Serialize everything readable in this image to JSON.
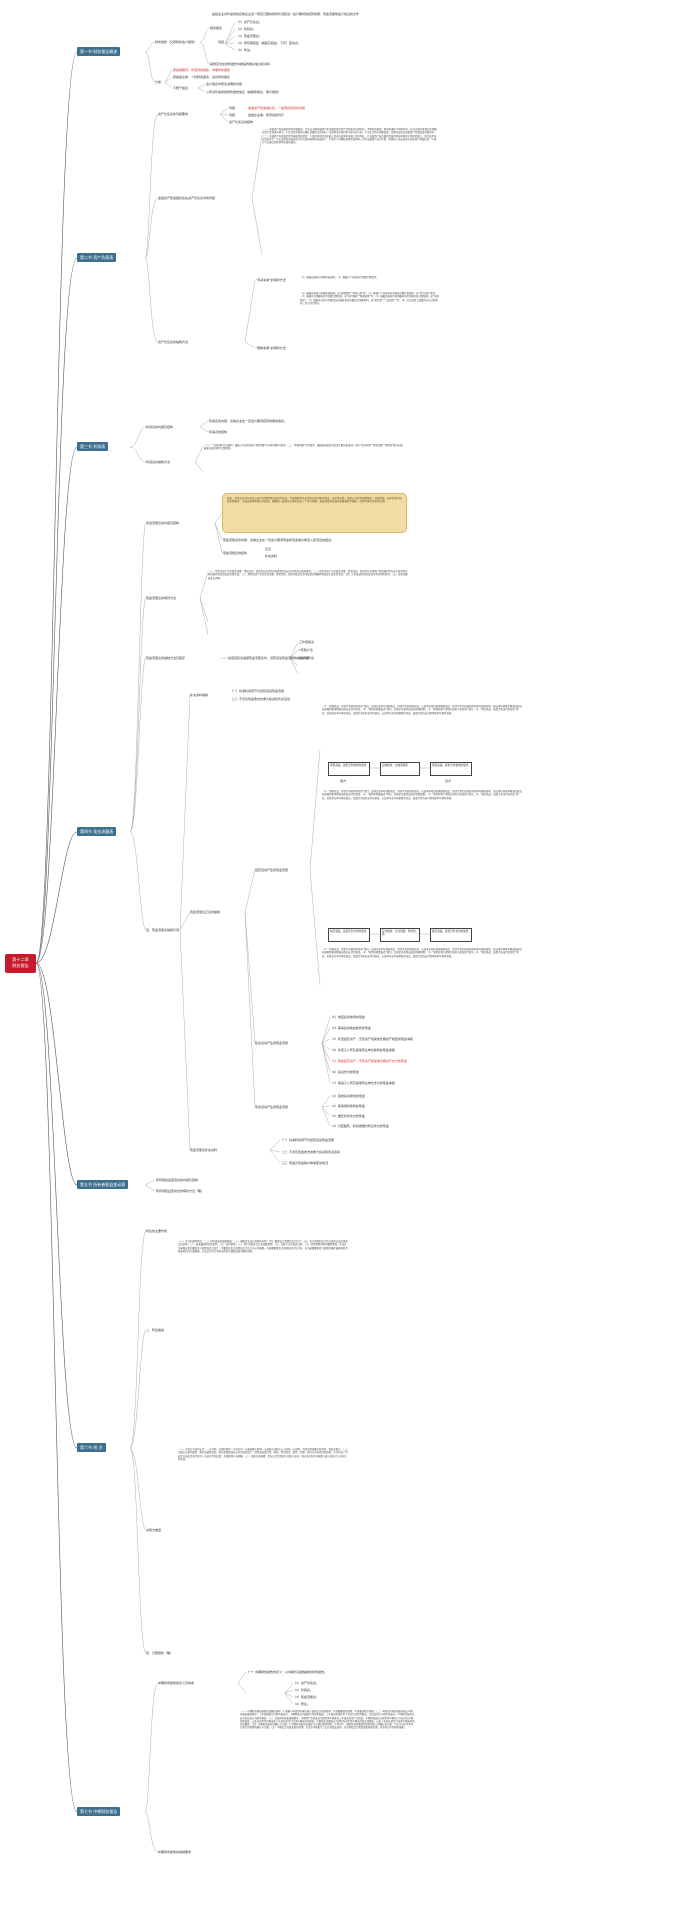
{
  "root": {
    "line1": "第十二章",
    "line2": "财务报告"
  },
  "sections": {
    "s1": "第一节 财务报告概述",
    "s2": "第二节 资产负债表",
    "s3": "第三节 利润表",
    "s4": "第四节 现金流量表",
    "s5": "第五节 所有者权益变动表",
    "s6": "第六节 附 注",
    "s7": "第七节 中期财务报告"
  },
  "s1": {
    "concept": "财务报告（又称财务会计报告）",
    "fin_statements": "财务报表",
    "include": "包括",
    "items": [
      "（1）资产负债表；",
      "（2）利润表；",
      "（3）现金流量表；",
      "（4）所有者权益（或股东权益，下同）变动表；",
      "（5）附注。"
    ],
    "top_note": "是指企业对外提供的反映企业某一特定日期的财务状况和某一会计期间的经营成果、现金流量等会计信息的文件",
    "bottom_note": "其他应当在财务报告中披露的相关信息和资料",
    "class": "分类",
    "c1": "按编报期间：年度财务报告、中期财务报告",
    "c2": "按编报主体：个别财务报表、合并财务报表",
    "c3": "不属于报表",
    "c3a": "会计报表中附注说明的内容",
    "c3b": "公司对外提供的财务报告信息（纳税申报表、审计报告）"
  },
  "s2": {
    "b1": "资产负债表的列报要求",
    "b1a": "列报",
    "b1a_t": "金融资产和金融负债，一般按其流动性列报",
    "b1b": "列报",
    "b1b_t": "金融企业等：按流动性列示",
    "b1c": "资产负债表的结构",
    "b2": "金融资产和金融负债在资产负债表中的列报",
    "b2_text": "（一）金融资产和金融负债的列报要求。企业应当将金融资产和金融负债在资产负债表内分别列示，不得相互抵销；但同时满足下列条件的，应当以相互抵销后的净额在资产负债表内列示：1.企业具有抵销已确认金额的法定权利，且该种法定权利是当前可执行的；2.企业计划以净额结算，或同时变现该金融资产和清偿该金融负债。（二）金融资产和金融负债不能抵销的情形：1.使用多项不同金融工具来仿效单项金融工具的特征；2.金融资产和金融负债虽然具有相同的主要风险敞口，但涉及不同的交易对手；3.无追索权金融负债与作为其担保物的金融资产；4.债务人为解除某项负债而将一定的金融资产进行托管，但债权人尚未接受以这些资产清偿负债；5.预计可以通过保险得到补偿的损失。",
    "b3": "资产负债表的编制方法",
    "b3a": "\"年初余额\"的填列方法",
    "b3b": "\"期末余额\"的填列方法",
    "b3_text1": "（1）根据总账科目余额直接填列；（2）根据几个总账科目余额计算填列。",
    "b3_text2": "（1）根据总账科目余额直接填列，如\"短期借款\"\"资本公积\"等；（2）根据几个总账科目的期末余额计算填列，如\"货币资金\"项目；（3）根据有关明细科目的余额计算填列，如\"应付账款\"\"预收款项\"等；（4）根据总账科目和明细科目的余额分析计算填列，如\"长期借款\"；（5）根据有关科目余额减去其备抵科目余额后的净额填列，如\"固定资产\"\"无形资产\"等；（6）综合运用上述填列方法分析填列，如\"存货\"项目。"
  },
  "s3": {
    "b1": "利润表的内容及结构",
    "b1a": "利润表的内容：反映企业在一定会计期间经营成果的报表。",
    "b1b": "利润表的结构",
    "b2": "利润表的编制方法",
    "b2_text": "（一）\"上期金额\"栏的填列：根据上年度利润表\"本期金额\"栏内所列数字填列。（二）\"本期金额\"栏的填列：根据损益类科目的发生额分析填列。其中\"营业利润\"\"利润总额\"\"净利润\"项目应根据表中相关项目计算填列。"
  },
  "s4": {
    "note": "现金，是指企业库存现金以及可以随时用于支付的存款，不能随时用于支付的存款不属于现金。现金等价物，是指企业持有的期限短、流动性强、易于转换为已知金额现金、价值变动风险很小的投资。期限短一般是指从购买日起三个月内到期。权益性投资变现的金额通常不确定，因而不属于现金等价物。",
    "b1": "现金流量表的内容及结构",
    "b1a": "现金流量表的内容：反映企业在一定会计期间现金和现金等价物流入和流出的报表。",
    "b1b": "现金流量表的结构",
    "b1b1": "正表",
    "b1b2": "补充资料",
    "b2": "现金流量表的填列方法",
    "b2_text": "（一）经营活动产生的现金流量：经营活动，是指企业投资活动和筹资活动以外的所有交易和事项。（二）投资活动产生的现金流量：投资活动，是指企业长期资产的购建和不包括在现金等价物范围内的投资及其处置活动。（三）筹资活动产生的现金流量：筹资活动，是指导致企业资本及债务规模和构成发生变化的活动。（四）汇率变动对现金及现金等价物的影响；（五）现金流量表补充资料。",
    "b3": "现金流量表的编制方法及程序",
    "b3a": "采用直接法编报现金流量表时，经营活动现金流量的编制方法",
    "b3a_items": [
      "工作底稿法",
      "T形账户法",
      "分析填列法"
    ],
    "b4": "四、现金流量表编制示例",
    "b4a": "补充资料编制",
    "b4a1": "（一）将净利润调节为经营活动现金流量",
    "b4a2": "（二）不涉及现金收支的重大投资和筹资活动",
    "b4b": "现金流量表正表的编制",
    "b4b1": "经营活动产生的现金流量",
    "b4b2": "投资活动产生的现金流量",
    "b4b3": "筹资活动产生的现金流量",
    "b4c": "现金流量表补充资料",
    "b4_long": "（1）\"销售商品、提供劳务收到的现金\"项目，反映企业本年销售商品、提供劳务收到的现金，以及本年收回前期销售商品、提供劳务的应收款项和本年预收款项，减去本年销售本期退回商品和前期销售本期退回商品支付的现金。（2）\"收到的税费返还\"项目，反映企业收到返还的各种税费。（3）\"收到其他与经营活动有关的现金\"项目。（4）\"购买商品、接受劳务支付的现金\"项目，反映企业本年购买商品、接受劳务实际支付的现金，以及本年支付前期购买商品、接受劳务的未付款项和本年预付款项。",
    "flow1": "销售商品、提供劳务收到的现金",
    "flow2": "应收账款、应收票据等",
    "flow3": "销售商品、提供劳务收到的现金",
    "flow4": "购买商品、接受劳务支付的现金",
    "flow5": "应付账款、应付票据、预付款项",
    "flow6": "购买商品、接受劳务支付的现金",
    "label_a": "借方",
    "label_b": "贷方",
    "inv_items": [
      "（1）收回投资收到的现金",
      "（2）取得投资收益收到的现金",
      "（3）处置固定资产、无形资产和其他长期资产收回的现金净额",
      "（4）处置子公司及其他营业单位收到的现金净额",
      "（5）购建固定资产、无形资产和其他长期资产支付的现金",
      "（6）投资支付的现金",
      "（7）取得子公司及其他营业单位支付的现金净额"
    ],
    "fin_items": [
      "（1）吸收投资收到的现金",
      "（2）取得借款收到的现金",
      "（3）偿还债务支付的现金",
      "（4）分配股利、利润或偿付利息支付的现金"
    ],
    "sup1": "（一）将净利润调节为经营活动现金流量",
    "sup2": "（二）不涉及现金收支的重大投资和筹资活动",
    "sup3": "（三）现金及现金等价物净变动情况"
  },
  "s5": {
    "a": "所有者权益变动表的内容及结构",
    "b": "所有者权益变动表的填列方法（略）"
  },
  "s6": {
    "a": "附注的主要作用",
    "b": "二、附注披露",
    "b_text": "（一）企业的基本情况；（二）财务报表的编制基础；（三）遵循企业会计准则的声明；（四）重要会计政策和会计估计；（五）会计政策和会计估计变更以及差错更正的说明；（六）报表重要项目的说明；（七）或有事项；（八）资产负债表日后非调整事项；（九）关联方关系及其交易；（十）其他需要说明的重要事项。企业应当披露采用的重要会计政策和会计估计，不重要的会计政策和会计估计可以不披露。在披露重要会计政策和会计估计时，应当披露重要会计政策的确定依据和财务报表项目的计量基础，以及会计估计中所采用的关键假设和不确定因素。",
    "c": "关联方披露",
    "c_text": "（一）关联方关系的认定：一方控制、共同控制另一方或对另一方施加重大影响，以及两方或两方以上同受一方控制、共同控制或重大影响的，构成关联方。（二）关联方交易的类型：购买或销售商品；购买或销售商品以外的其他资产；提供或接受劳务；担保；提供资金；租赁；代理；研究与开发项目的转移；许可协议；代表企业或由企业代表另一方进行债务结算；关键管理人员薪酬。（三）关联方的披露：企业无论是否发生关联方交易，均应当在附注中披露与母公司和子公司有关的信息。",
    "d": "四、分部报告（略）"
  },
  "s7": {
    "a": "中期财务报告的定义及构成",
    "a_def": "（一）中期财务报告的定义：以中期为基础编制的财务报告。",
    "a_parts": [
      "（1）资产负债表；",
      "（2）利润表；",
      "（3）现金流量表；",
      "（4）附注。"
    ],
    "b": "中期财务报告的编制要求",
    "b_text": "（一）中期财务报告编制应遵循的原则：1.遵循与年度财务报告相一致的会计政策原则；2.遵循重要性原则；3.遵循及时性原则。（二）中期合并财务报表和母公司财务报表编制要求：上年度编制合并财务报表的，中期期末应当编制合并财务报表；上年度财务报告除了包括合并财务报表，还包括母公司财务报表的，中期财务报告也应当包括母公司财务报表。（三）比较财务报表编制要求：中期资产负债表应当提供本中期末和上年度末的资产负债表；中期利润表应当提供本中期和上年度可比中期的利润表，以及年初至本中期末和上年度年初至可比本中期末的利润表；中期现金流量表应当提供年初至本中期末的现金流量表，以及上年度年初至可比本中期末的现金流量表。（四）中期财务报告的确认与计量：1.中期财务报告的确认与计量的基本原则；2.季节性、周期性或者偶然性取得的收入的确认和计量；3.会计年度中不均匀发生的费用的确认与计量。（五）中期会计政策变更的处理：企业在中期发生了会计政策变更的，应当按照会计政策变更准则处理，并在附注中作相应披露。"
  }
}
